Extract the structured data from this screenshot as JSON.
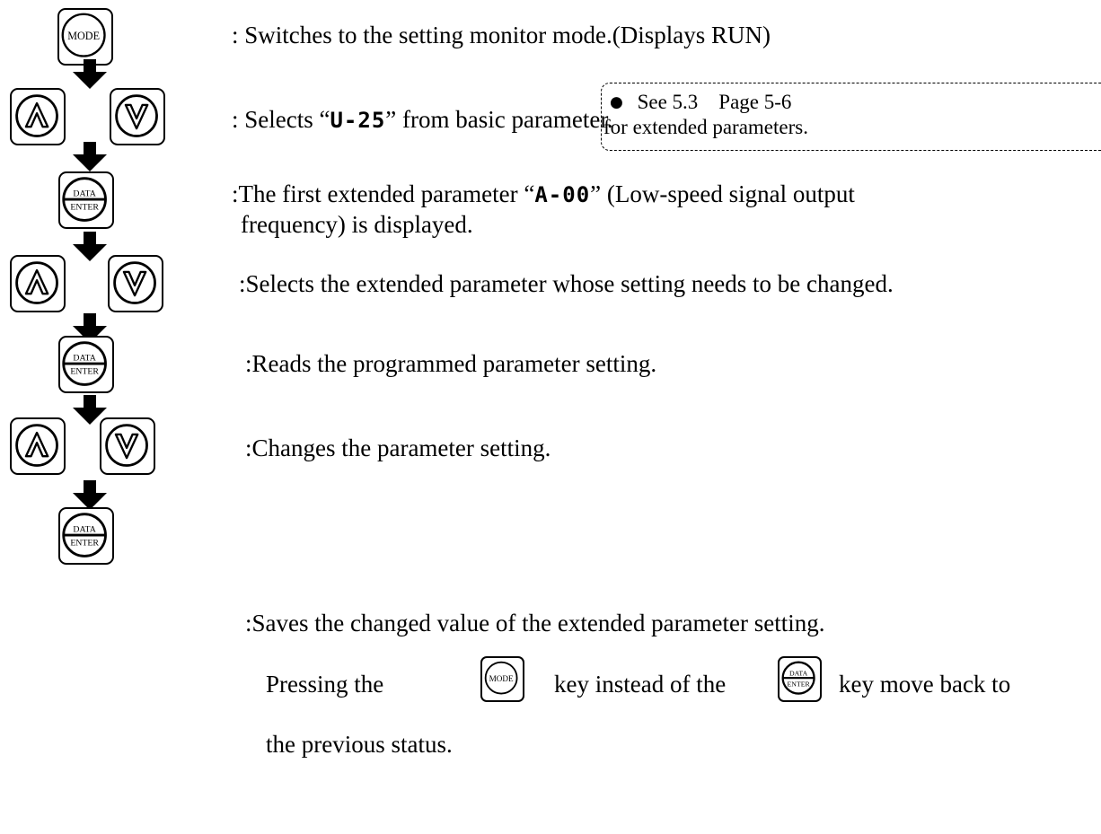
{
  "keys": {
    "mode_label": "MODE",
    "data_label": "DATA",
    "enter_label": "ENTER"
  },
  "steps": [
    {
      "text": ": Switches to the setting monitor mode.(Displays RUN)"
    },
    {
      "prefix": ": Selects “",
      "code": "U-25",
      "suffix": "” from basic parameter."
    },
    {
      "prefix": ":The first extended parameter “",
      "code": "A-00",
      "suffix": "” (Low-speed signal output",
      "line2": "frequency) is displayed."
    },
    {
      "text": ":Selects the extended parameter whose setting needs to be changed."
    },
    {
      "text": ":Reads the programmed parameter setting."
    },
    {
      "text": ":Changes the parameter setting."
    },
    {
      "text": ":Saves the changed value of the extended parameter setting."
    }
  ],
  "note": {
    "bullet": "●",
    "line1": "See 5.3    Page 5-6",
    "line2": "for extended parameters."
  },
  "footer": {
    "part1": "Pressing the",
    "part2": "key instead of the",
    "part3": "key move back to",
    "line2": "the previous status."
  }
}
